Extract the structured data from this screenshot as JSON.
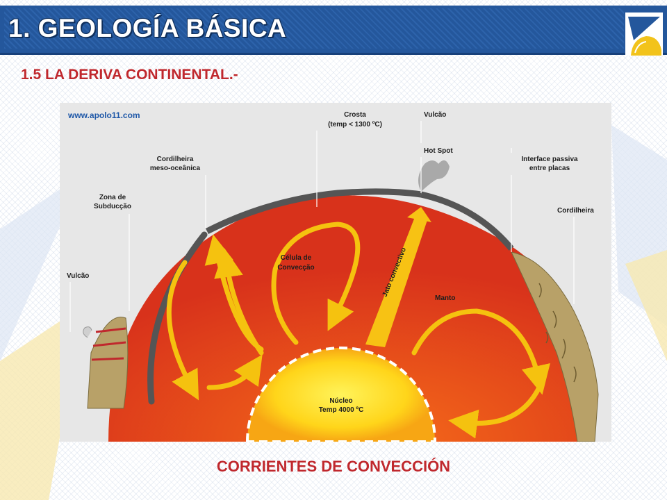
{
  "header": {
    "title": "1. GEOLOGÍA BÁSICA"
  },
  "subtitle": "1.5 LA DERIVA CONTINENTAL.-",
  "diagram": {
    "source": "www.apolo11.com",
    "labels": {
      "crosta_1": "Crosta",
      "crosta_2": "(temp < 1300 ºC)",
      "vulcao_top": "Vulcão",
      "hot_spot": "Hot Spot",
      "cordilheira_meso_1": "Cordilheira",
      "cordilheira_meso_2": "meso-oceânica",
      "interface_1": "Interface passiva",
      "interface_2": "entre placas",
      "zona_1": "Zona de",
      "zona_2": "Subducção",
      "cordilheira": "Cordilheira",
      "vulcao_left": "Vulcão",
      "celula_1": "Célula de",
      "celula_2": "Convecção",
      "jato": "Jato convectivo",
      "manto": "Manto",
      "nucleo_1": "Núcleo",
      "nucleo_2": "Temp 4000 ºC"
    },
    "colors": {
      "mantle": "#e0441c",
      "core": "#ffd51a",
      "arrows": "#f5c20f",
      "crust": "#5a5a5a",
      "mountain": "#b8a168"
    }
  },
  "caption": "CORRIENTES DE CONVECCIÓN"
}
